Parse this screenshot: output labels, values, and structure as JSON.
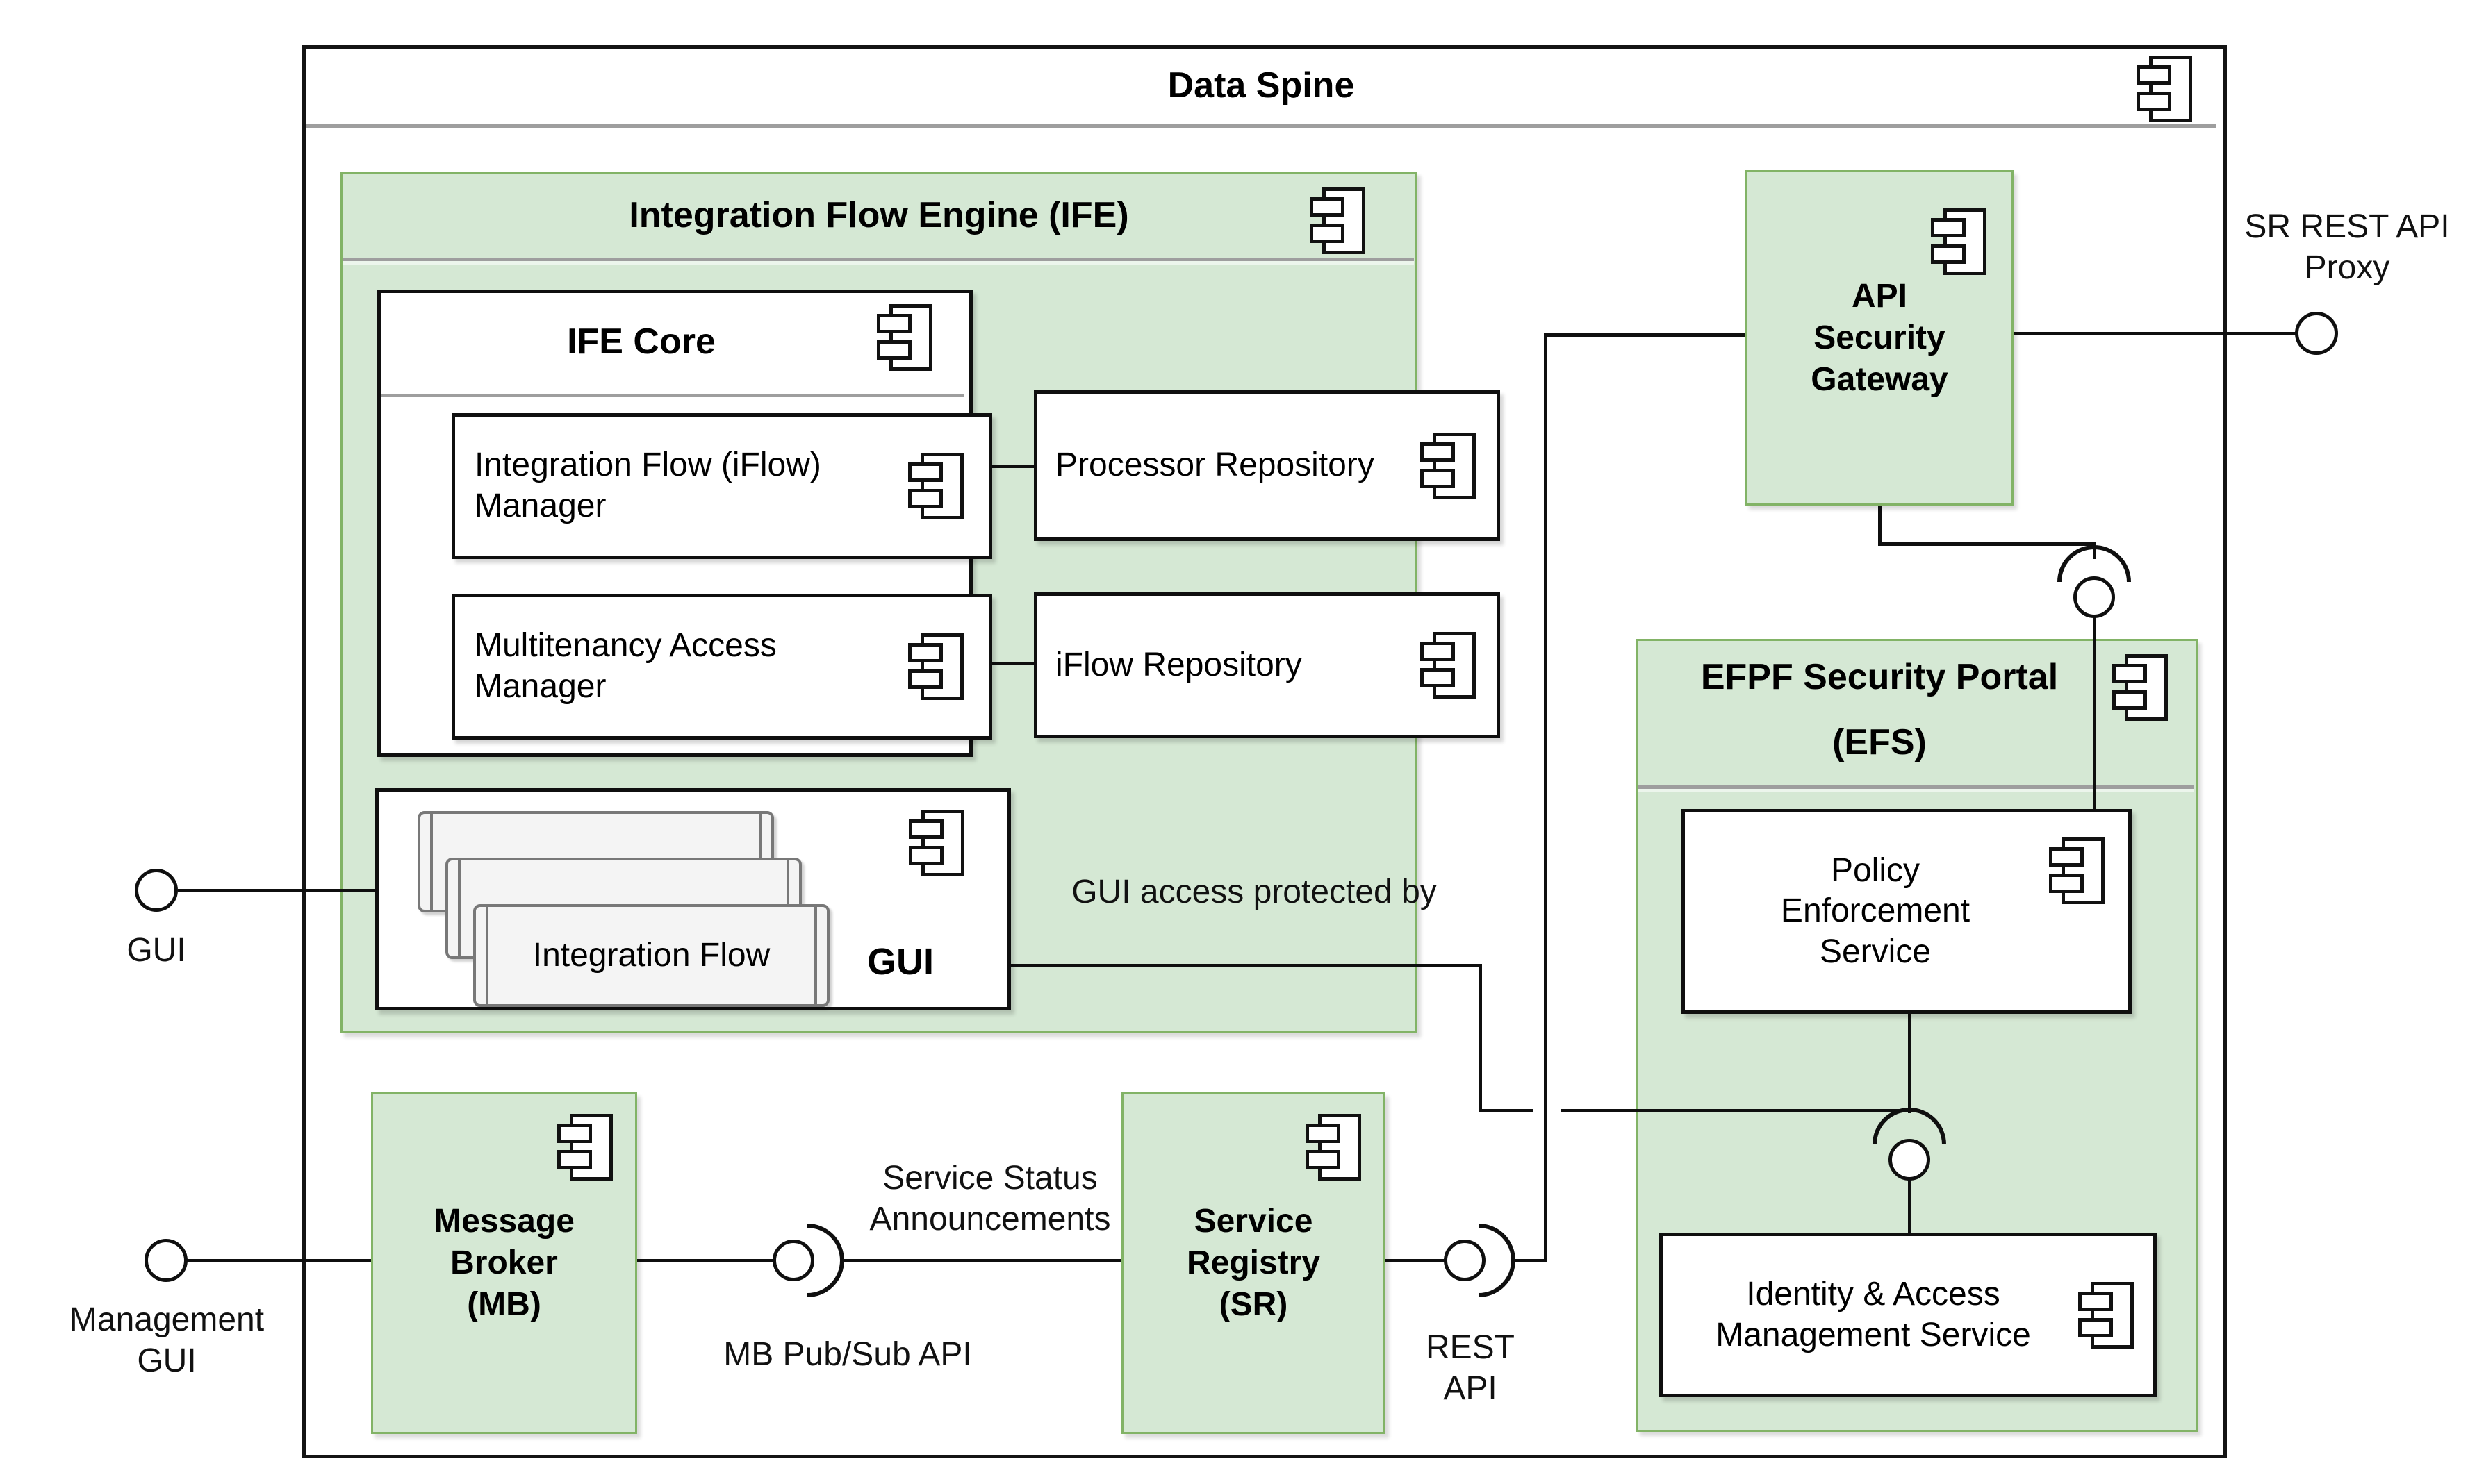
{
  "colors": {
    "component_fill_green": "#d5e8d4",
    "component_border_green": "#82b366",
    "box_fill_white": "#ffffff",
    "line_black": "#0f0f0f",
    "divider_gray": "#9e9e9e",
    "process_fill": "#f4f4f4"
  },
  "nodes": {
    "data_spine": {
      "title": "Data Spine"
    },
    "ife": {
      "title": "Integration Flow Engine (IFE)"
    },
    "ife_core": {
      "title": "IFE Core"
    },
    "iflow_manager": {
      "label": "Integration Flow (iFlow) Manager"
    },
    "multitenancy": {
      "label": "Multitenancy Access Manager"
    },
    "processor_repository": {
      "label": "Processor Repository"
    },
    "iflow_repository": {
      "label": "iFlow Repository"
    },
    "gui_component": {
      "label": "GUI",
      "stack_label": "Integration Flow"
    },
    "api_security_gateway": {
      "label": "API Security Gateway"
    },
    "efpf_security_portal": {
      "title": "EFPF Security Portal",
      "subtitle": "(EFS)"
    },
    "policy_enforcement_service": {
      "label": "Policy Enforcement Service"
    },
    "identity_access_management": {
      "label": "Identity & Access Management Service"
    },
    "message_broker": {
      "label": "Message Broker (MB)"
    },
    "service_registry": {
      "label": "Service Registry (SR)"
    }
  },
  "interfaces": {
    "gui": "GUI",
    "management_gui": "Management GUI",
    "mb_pubsub_api": "MB Pub/Sub API",
    "rest_api": "REST API",
    "sr_rest_api_proxy": "SR REST API Proxy"
  },
  "annotations": {
    "gui_access": "GUI access protected by",
    "service_status": "Service Status Announcements"
  }
}
